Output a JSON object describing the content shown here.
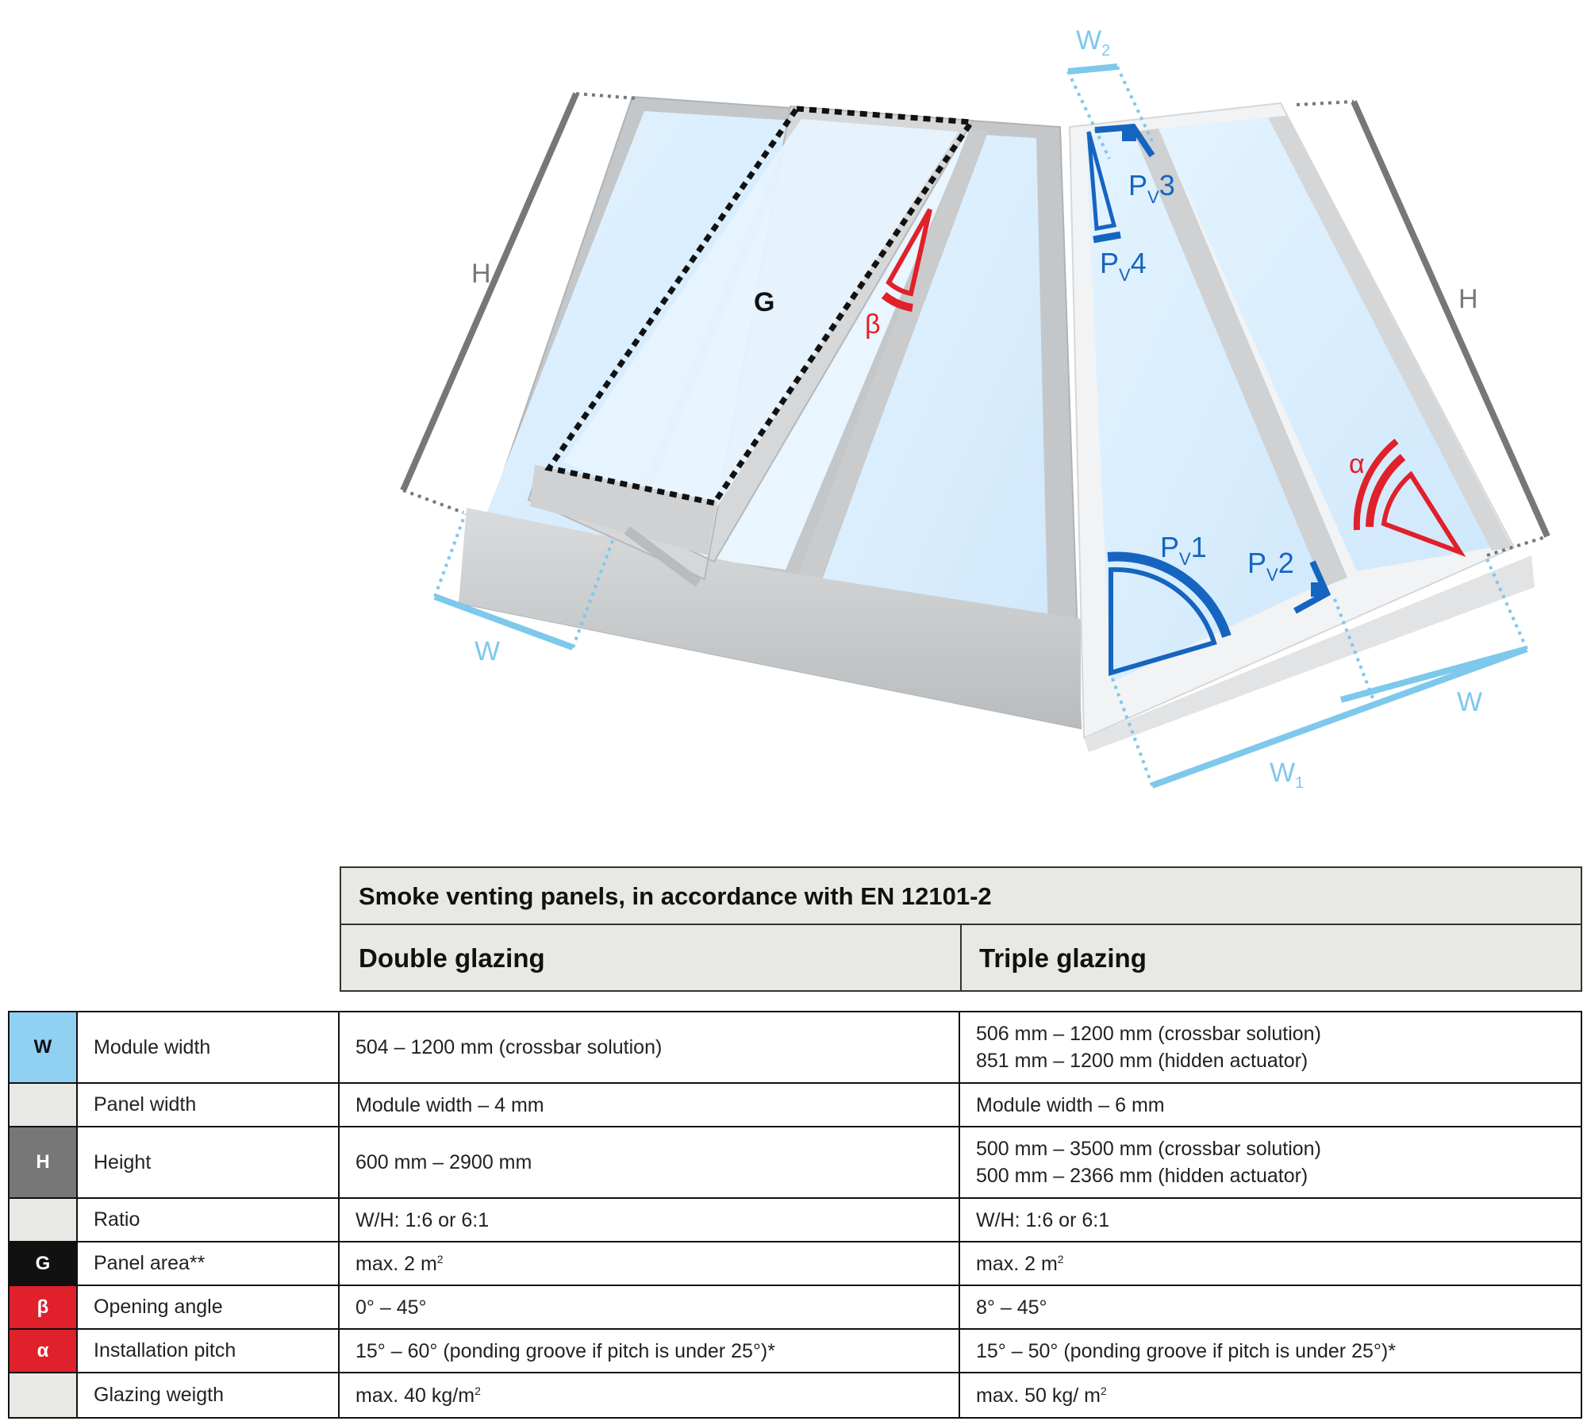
{
  "diagram": {
    "labels": {
      "w2_main": "W",
      "w2_sub": "2",
      "h_left": "H",
      "h_right": "H",
      "g": "G",
      "beta": "β",
      "alpha": "α",
      "w_left": "W",
      "w_right": "W",
      "w1_main": "W",
      "w1_sub": "1",
      "pv3_p": "P",
      "pv3_v": "V",
      "pv3_n": "3",
      "pv4_p": "P",
      "pv4_v": "V",
      "pv4_n": "4",
      "pv1_p": "P",
      "pv1_v": "V",
      "pv1_n": "1",
      "pv2_p": "P",
      "pv2_v": "V",
      "pv2_n": "2"
    },
    "colors": {
      "dim_blue": "#7ec8ec",
      "dark_blue": "#1565c0",
      "red": "#e0202a",
      "frame_grey": "#c9cbcd",
      "glass": "#dcefff",
      "dim_grey": "#777777"
    }
  },
  "table": {
    "title": "Smoke venting panels, in accordance with EN 12101-2",
    "col_double": "Double glazing",
    "col_triple": "Triple glazing",
    "rows": [
      {
        "symbol": "W",
        "symbol_bg": "#8fd0f3",
        "symbol_fg": "#111111",
        "label": "Module width",
        "double": [
          "504 – 1200 mm (crossbar solution)"
        ],
        "triple": [
          "506 mm – 1200 mm (crossbar solution)",
          "851 mm – 1200 mm (hidden actuator)"
        ]
      },
      {
        "symbol": "",
        "symbol_bg": "#e8e8e5",
        "symbol_fg": "#111111",
        "label": "Panel width",
        "double": [
          "Module width – 4 mm"
        ],
        "triple": [
          "Module width – 6 mm"
        ]
      },
      {
        "symbol": "H",
        "symbol_bg": "#777777",
        "symbol_fg": "#ffffff",
        "label": "Height",
        "double": [
          "600 mm – 2900 mm"
        ],
        "triple": [
          "500 mm – 3500 mm (crossbar solution)",
          "500 mm – 2366 mm (hidden actuator)"
        ]
      },
      {
        "symbol": "",
        "symbol_bg": "#e8e8e5",
        "symbol_fg": "#111111",
        "label": "Ratio",
        "double": [
          "W/H: 1:6 or 6:1"
        ],
        "triple": [
          "W/H: 1:6 or 6:1"
        ]
      },
      {
        "symbol": "G",
        "symbol_bg": "#111111",
        "symbol_fg": "#ffffff",
        "label": "Panel area**",
        "double": [
          "max. 2 m"
        ],
        "double_sup": "2",
        "triple": [
          "max. 2 m"
        ],
        "triple_sup": "2"
      },
      {
        "symbol": "β",
        "symbol_bg": "#e0202a",
        "symbol_fg": "#ffffff",
        "label": "Opening angle",
        "double": [
          "0° – 45°"
        ],
        "triple": [
          "8° – 45°"
        ]
      },
      {
        "symbol": "α",
        "symbol_bg": "#e0202a",
        "symbol_fg": "#ffffff",
        "label": "Installation pitch",
        "double": [
          "15° – 60° (ponding groove if pitch is under 25°)*"
        ],
        "triple": [
          "15° – 50° (ponding groove if pitch is under 25°)*"
        ]
      },
      {
        "symbol": "",
        "symbol_bg": "#e8e8e5",
        "symbol_fg": "#111111",
        "label": "Glazing weigth",
        "double": [
          "max. 40 kg/m"
        ],
        "double_sup": "2",
        "triple": [
          "max. 50 kg/ m"
        ],
        "triple_sup": "2"
      }
    ]
  }
}
